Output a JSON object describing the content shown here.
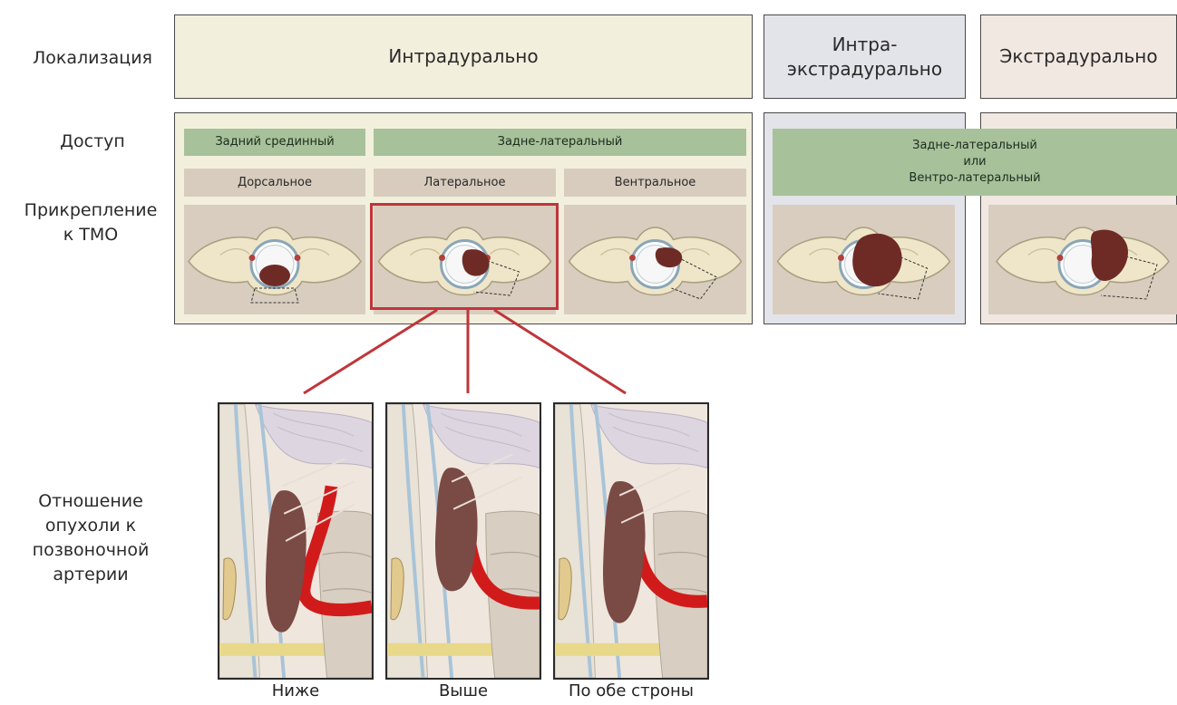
{
  "row_labels": {
    "localization": "Локализация",
    "access": "Доступ",
    "attachment": "Прикрепление\nк ТМО",
    "relation": "Отношение\nопухоли к\nпозвоночной\nартерии"
  },
  "localization": {
    "intradural": "Интрадурально",
    "intra_extradural": "Интра-\nэкстрадурально",
    "extradural": "Экстрадурально"
  },
  "access": {
    "posterior_median": "Задний срединный",
    "posterolateral": "Задне-латеральный",
    "posterolateral_or_ventrolateral": "Задне-латеральный\nили\nВентро-латеральный"
  },
  "attachment": {
    "dorsal": "Дорсальное",
    "lateral": "Латеральное",
    "ventral": "Вентральное"
  },
  "artery_relation": {
    "below": "Ниже",
    "above": "Выше",
    "both_sides": "По обе строны"
  },
  "colors": {
    "intradural_bg": "#f3efdd",
    "intra_extradural_bg": "#e3e3ea",
    "extradural_bg": "#f2e8e2",
    "access_green": "#a7c29a",
    "attachment_tan": "#d7ccbd",
    "highlight_red": "#c0353a",
    "tumor_brown": "#6e2b25",
    "artery_red": "#d11b1b"
  }
}
